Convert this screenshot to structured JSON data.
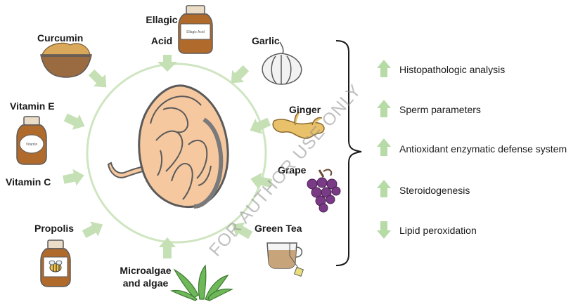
{
  "colors": {
    "arrow_green": "#c5e0b4",
    "up_arrow": "#b6dba6",
    "circle": "#cfe5c1",
    "tissue_fill": "#f6c8a0",
    "tissue_stroke": "#5a5a5a",
    "grape": "#7a3b86",
    "jar_body": "#b06a2c"
  },
  "inputs": {
    "curcumin": "Curcumin",
    "ellagic_line1": "Ellagic",
    "ellagic_line2": "Acid",
    "garlic": "Garlic",
    "vitamin_e": "Vitamin E",
    "ginger": "Ginger",
    "vitamin_c": "Vitamin C",
    "grape": "Grape",
    "propolis": "Propolis",
    "green_tea": "Green Tea",
    "microalgae_line1": "Microalgae",
    "microalgae_line2": "and algae"
  },
  "jar_labels": {
    "ellagic": "Ellagic Acid",
    "vitamin": "Vitamin"
  },
  "effects": [
    {
      "label": "Histopathologic analysis",
      "direction": "up"
    },
    {
      "label": "Sperm parameters",
      "direction": "up"
    },
    {
      "label": "Antioxidant enzymatic defense system",
      "direction": "up"
    },
    {
      "label": "Steroidogenesis",
      "direction": "up"
    },
    {
      "label": "Lipid peroxidation",
      "direction": "down"
    }
  ],
  "watermark": "FOR AUTHOR USE ONLY"
}
